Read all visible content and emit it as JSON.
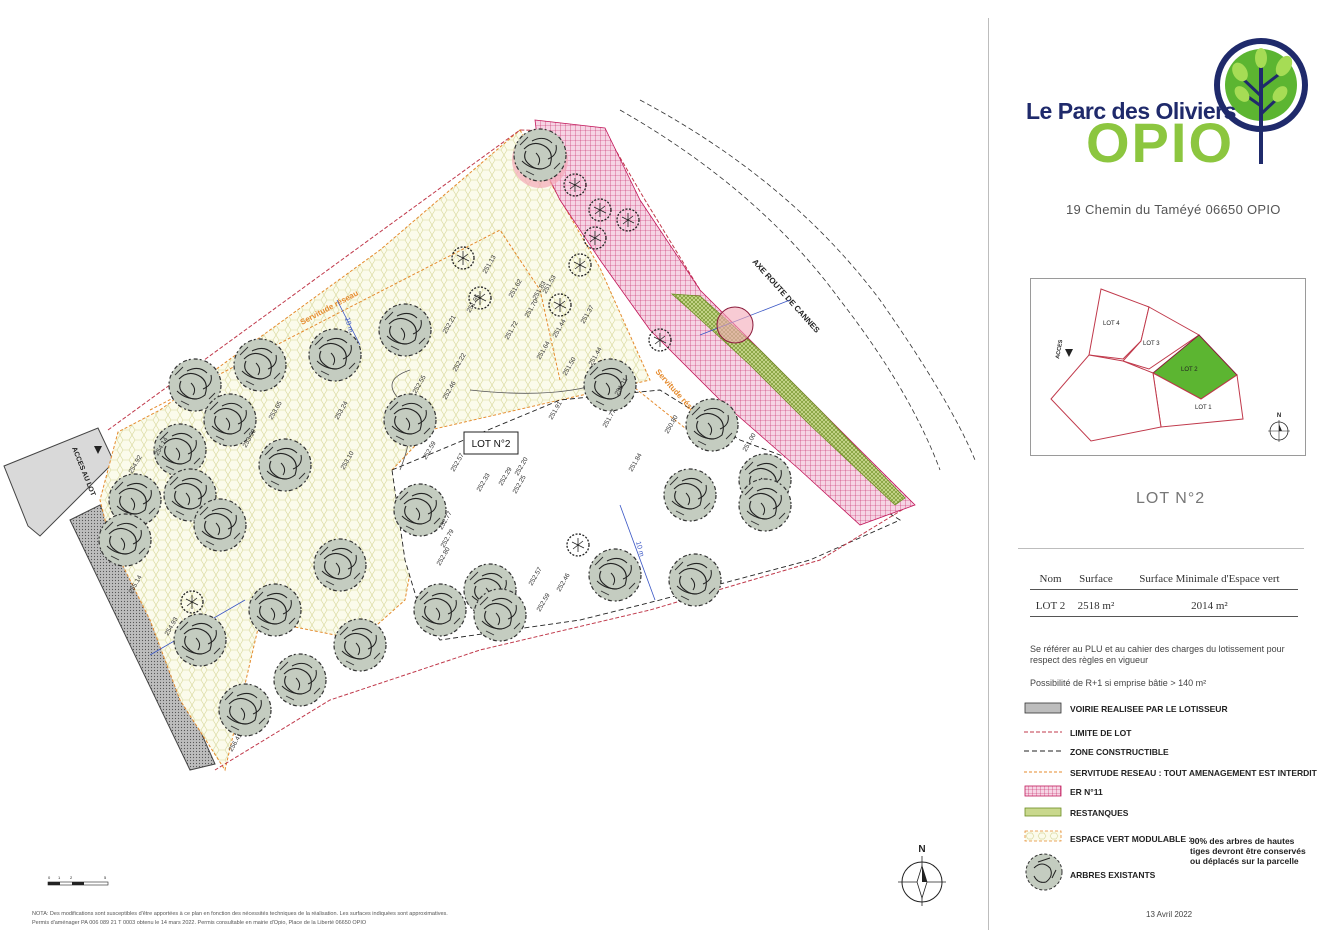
{
  "brand": {
    "name_line1": "Le Parc des Oliviers",
    "name_line2": "OPIO",
    "colors": {
      "navy": "#1f2a6b",
      "green": "#8cc63f",
      "tree_green": "#5cb531"
    }
  },
  "address": "19 Chemin du Taméyé 06650 OPIO",
  "map": {
    "lot_label": "LOT N°2",
    "access_label": "ACCES AU LOT",
    "road_label": "AXE ROUTE DE CANNES",
    "servitude_label_1": "Servitude réseau",
    "servitude_label_2": "Servitude réseau",
    "dim_10m": "10 m",
    "dim_2": "10 m",
    "elevations": [
      "251.13",
      "251.95",
      "251.62",
      "251.83",
      "251.70",
      "251.72",
      "251.53",
      "252.21",
      "251.44",
      "251.37",
      "252.22",
      "251.64",
      "251.50",
      "251.44",
      "252.55",
      "252.59",
      "252.57",
      "251.91",
      "251.77",
      "252.20",
      "252.25",
      "252.33",
      "252.29",
      "251.84",
      "252.46",
      "252.77",
      "252.79",
      "252.80",
      "252.57",
      "252.46",
      "252.59",
      "253.10",
      "253.24",
      "253.65",
      "253.90",
      "254.14",
      "254.92",
      "255.14",
      "254.93",
      "256.41",
      "250.80",
      "251.00",
      "251.11"
    ],
    "north_label": "N",
    "colors": {
      "lot_limit": "#c0394b",
      "servitude": "#e58b2e",
      "er11": "#c2185b",
      "terraces": "#6b8c21",
      "dims": "#3a56c5"
    }
  },
  "inset_map": {
    "lots": [
      "LOT 4",
      "LOT 3",
      "LOT 2",
      "LOT 1"
    ],
    "access_label": "ACCES",
    "north_label": "N",
    "highlight_color": "#5cb531"
  },
  "lot_title": "LOT N°2",
  "table": {
    "headers": [
      "Nom",
      "Surface",
      "Surface Minimale d'Espace vert"
    ],
    "rows": [
      [
        "LOT 2",
        "2518 m²",
        "2014 m²"
      ]
    ]
  },
  "notes": {
    "plu": "Se référer au PLU et au cahier des charges du lotissement pour respect des règles en vigueur",
    "r1": "Possibilité de R+1 si emprise bâtie > 140 m²"
  },
  "legend": {
    "voirie": "VOIRIE REALISEE PAR LE LOTISSEUR",
    "limite": "LIMITE DE LOT",
    "zone": "ZONE CONSTRUCTIBLE",
    "servitude": "SERVITUDE RESEAU : TOUT AMENAGEMENT EST INTERDIT",
    "er": "ER N°11",
    "restanques": "RESTANQUES",
    "espace_vert": "ESPACE VERT MODULABLE :",
    "espace_vert_desc": "90% des arbres de hautes tiges devront être conservés ou déplacés sur la parcelle",
    "arbres": "ARBRES EXISTANTS"
  },
  "scale_labels": [
    "0",
    "1",
    "2",
    "5"
  ],
  "date": "13 Avril 2022",
  "footnote": {
    "line1": "NOTA: Des modifications sont susceptibles d'être apportées à ce plan en fonction des nécessités techniques de la réalisation. Les surfaces indiquées sont approximatives.",
    "line2": "Permis d'aménager PA 006 089 21 T 0003 obtenu le 14 mars 2022. Permis consultable en mairie d'Opio, Place de la Liberté 06650 OPIO"
  }
}
